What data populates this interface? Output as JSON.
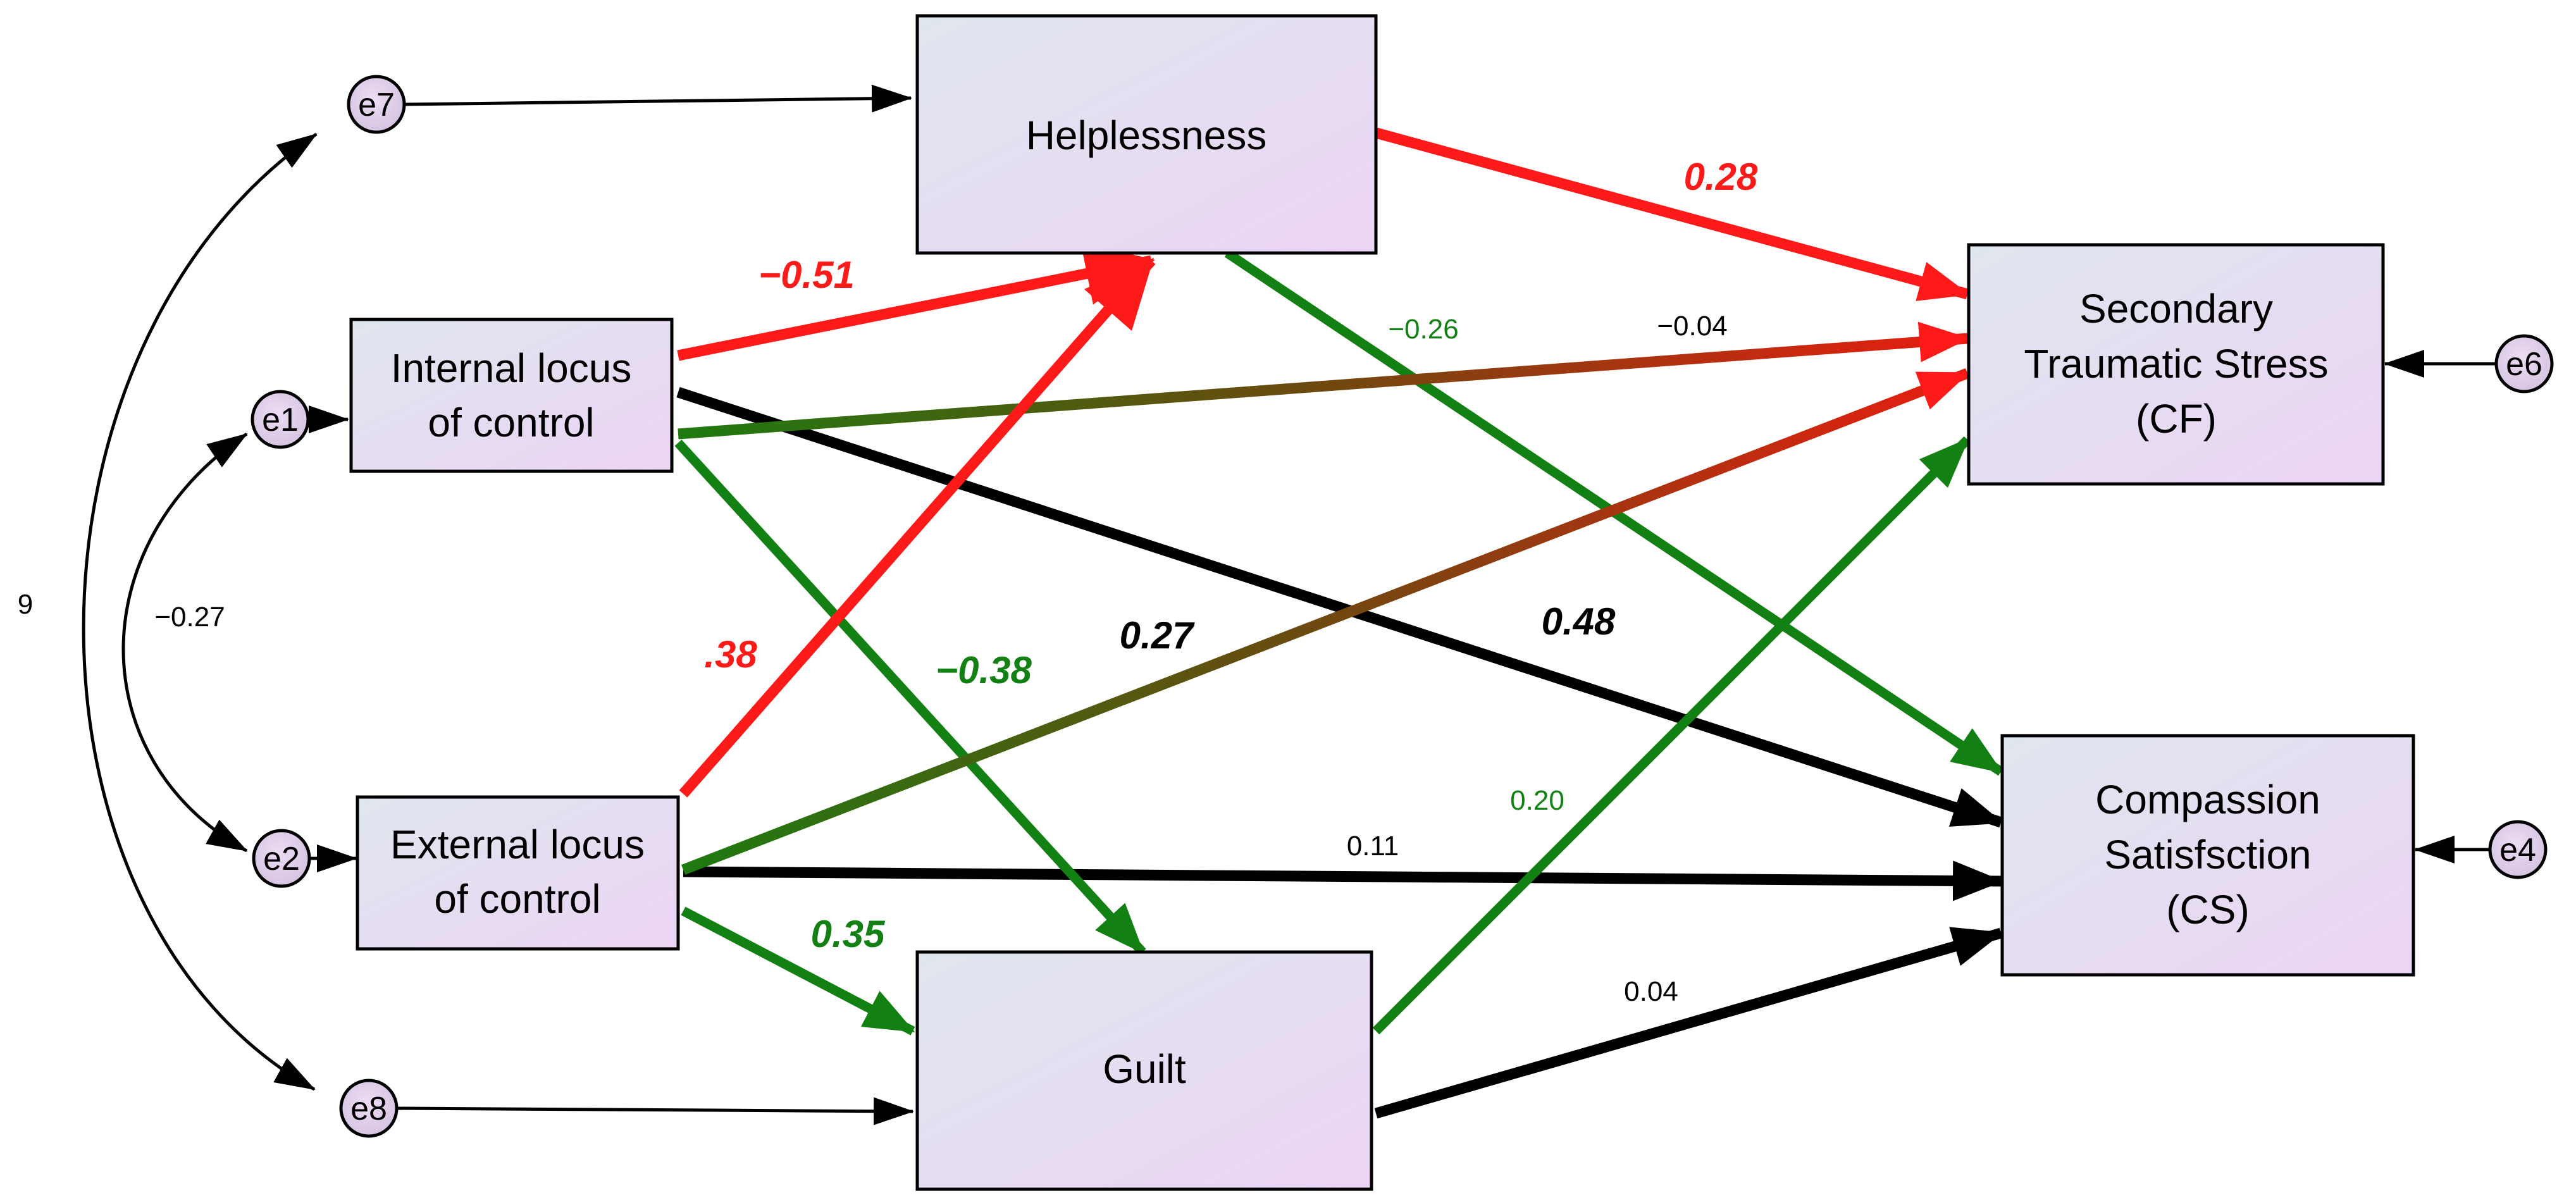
{
  "variables": {
    "helplessness": "Helplessness",
    "internal": [
      "Internal locus",
      "of control"
    ],
    "external": [
      "External locus",
      "of control"
    ],
    "guilt": "Guilt",
    "sts": [
      "Secondary",
      "Traumatic Stress",
      "(CF)"
    ],
    "cs": [
      "Compassion",
      "Satisfsction",
      "(CS)"
    ]
  },
  "errors": {
    "e7": "e7",
    "e1": "e1",
    "e2": "e2",
    "e8": "e8",
    "e6": "e6",
    "e4": "e4"
  },
  "coefficients": {
    "int_help": "−0.51",
    "help_sts": "0.28",
    "help_cs": "−0.26",
    "int_sts": "−0.04",
    "ext_help": ".38",
    "int_guilt": "−0.38",
    "ext_sts": "0.27",
    "int_cs": "0.48",
    "guilt_sts": "0.20",
    "ext_cs": "0.11",
    "ext_guilt": "0.35",
    "guilt_cs": "0.04",
    "cov_e1_e2": "−0.27",
    "cov_e7_e8": "9"
  },
  "colors": {
    "positive_path": "#ff1a1a",
    "negative_path": "#138013",
    "neutral_path": "#000000",
    "mixed_path_start": "#1f7a10",
    "mixed_path_end": "#e0200f",
    "box_fill_start": "#dfe6ee",
    "box_fill_end": "#ecd4f5",
    "box_stroke": "#000000"
  }
}
